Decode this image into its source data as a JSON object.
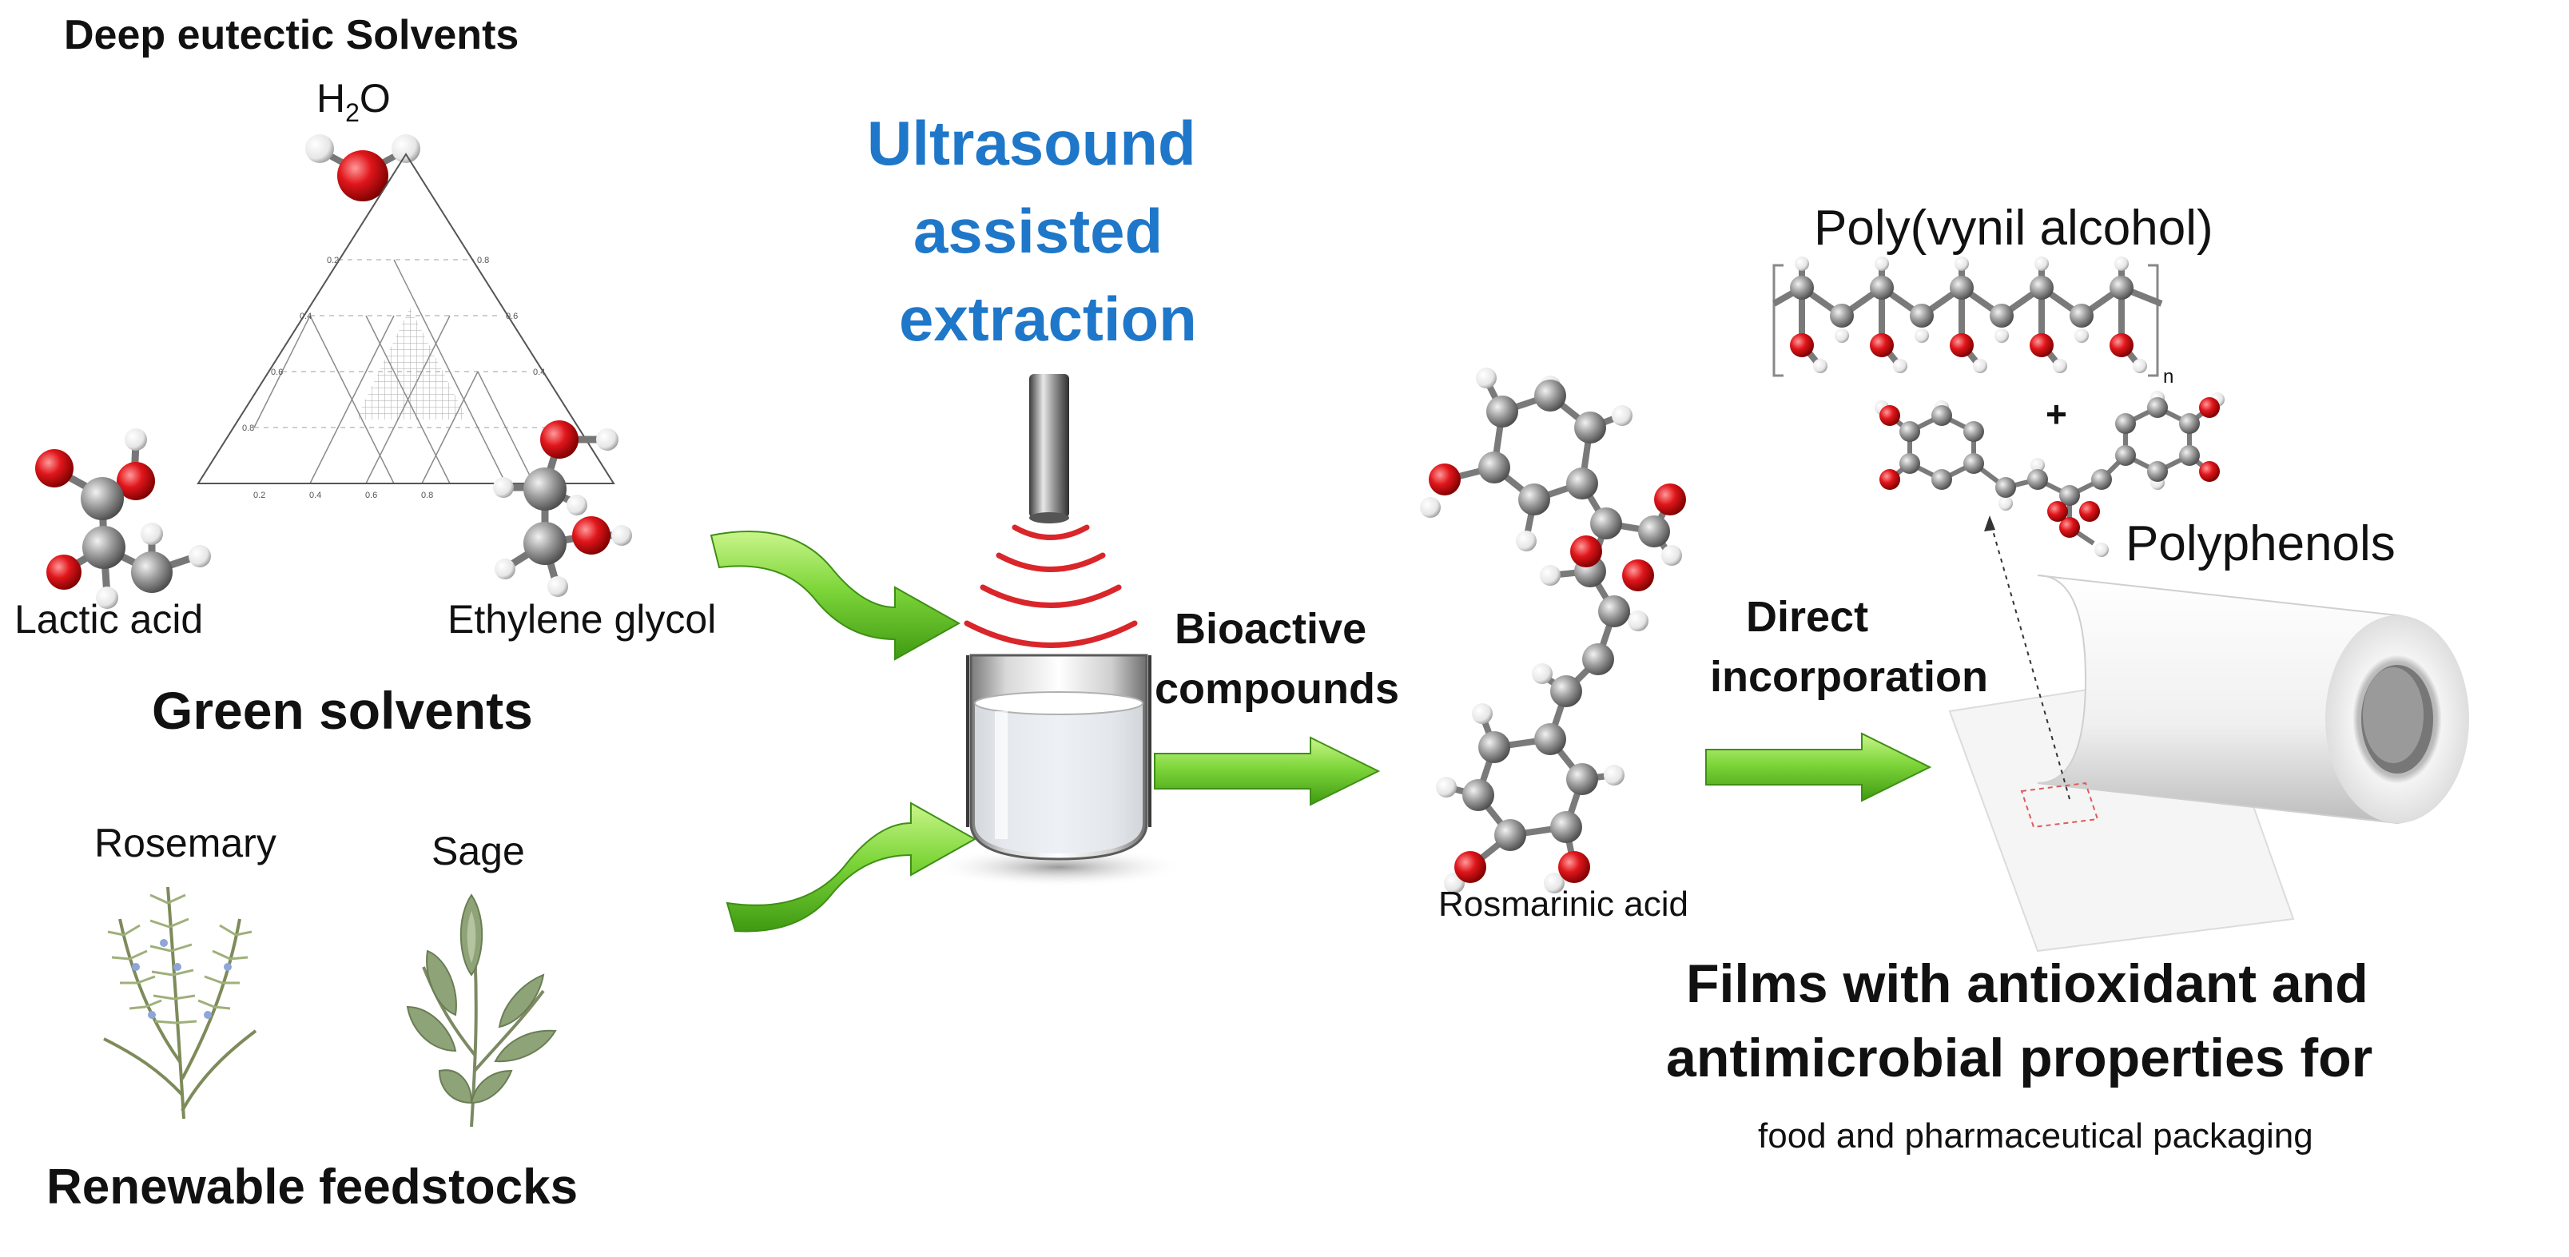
{
  "labels": {
    "des_title": "Deep eutectic Solvents",
    "h2o_main": "H",
    "h2o_sub": "2",
    "h2o_o": "O",
    "lactic_acid": "Lactic acid",
    "ethylene_glycol": "Ethylene glycol",
    "green_solvents": "Green solvents",
    "rosemary": "Rosemary",
    "sage": "Sage",
    "renewable": "Renewable feedstocks",
    "ultrasound_1": "Ultrasound",
    "ultrasound_2": "assisted",
    "ultrasound_3": "extraction",
    "bioactive_1": "Bioactive",
    "bioactive_2": "compounds",
    "rosmarinic": "Rosmarinic acid",
    "direct_1": "Direct",
    "direct_2": "incorporation",
    "pva": "Poly(vynil alcohol)",
    "plus": "+",
    "polymer_n": "n",
    "polyphenols": "Polyphenols",
    "films_1": "Films with antioxidant and",
    "films_2": "antimicrobial properties for",
    "films_3": "food and pharmaceutical packaging"
  },
  "ternary_ticks": [
    "0.2",
    "0.4",
    "0.6",
    "0.8"
  ],
  "colors": {
    "accent_blue": "#1f77c9",
    "arrow_green": "#6fcf2a",
    "wave_red": "#d9262a",
    "oxygen_red": "#e0161b",
    "carbon_gray": "#8a8a8a"
  },
  "icons": [
    "water-molecule",
    "lactic-acid-molecule",
    "ethylene-glycol-molecule",
    "ternary-diagram",
    "ultrasound-probe",
    "beaker",
    "rosmarinic-acid-molecule",
    "pva-polymer",
    "film-roll",
    "rosemary-plant",
    "sage-plant"
  ]
}
